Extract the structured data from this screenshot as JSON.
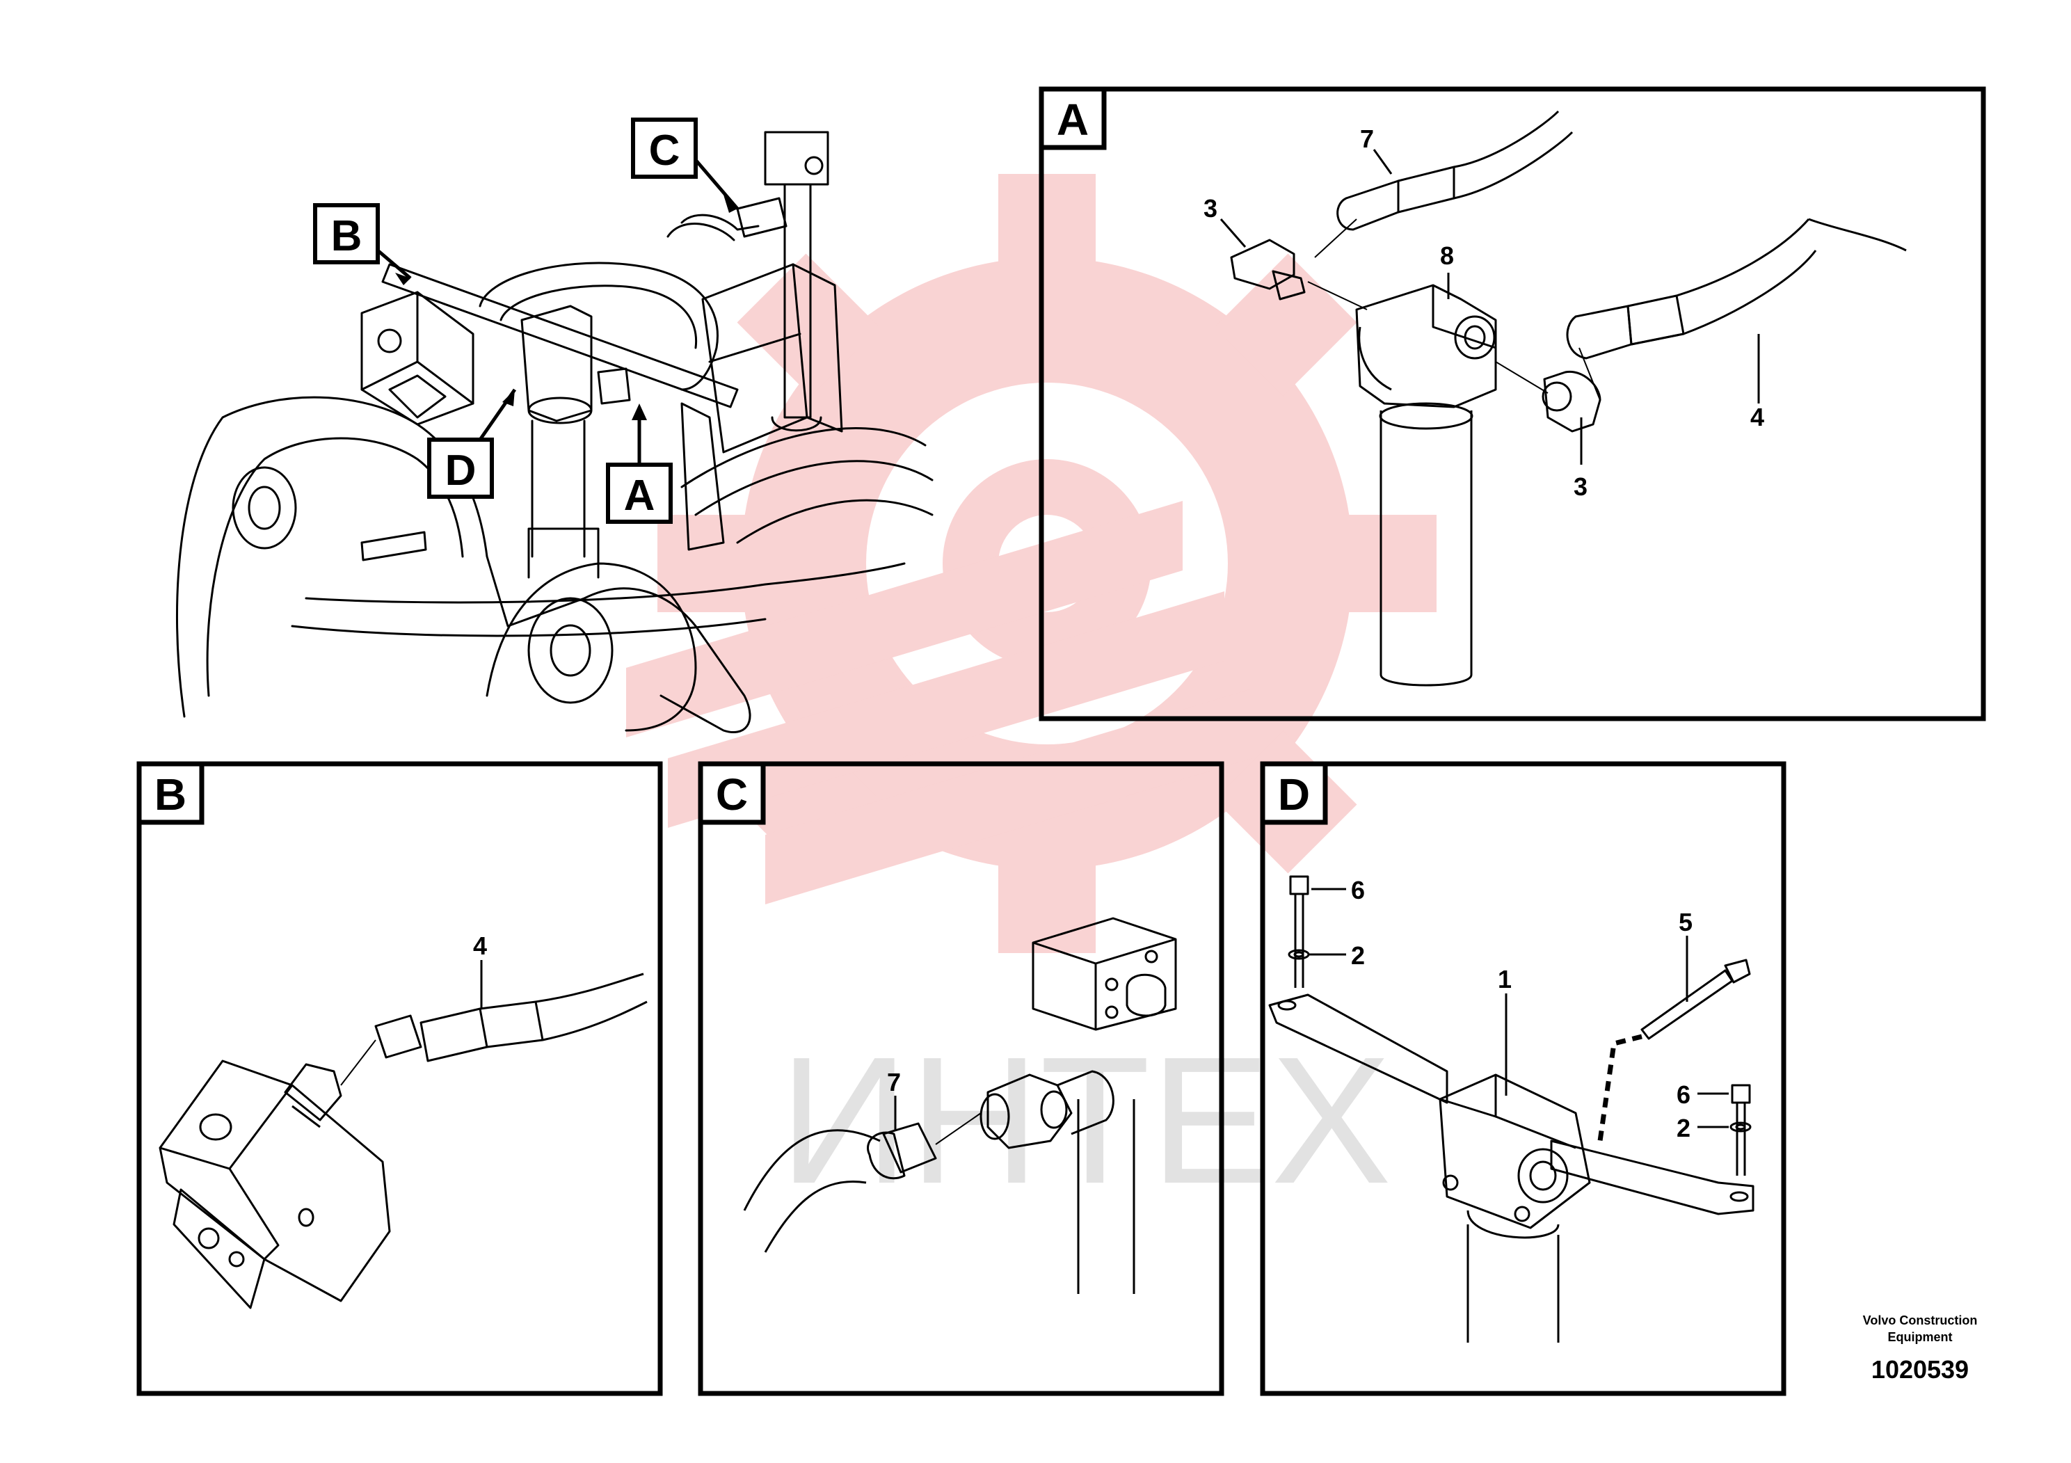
{
  "overview": {
    "callouts": [
      "C",
      "B",
      "D",
      "A"
    ]
  },
  "panels": {
    "A": {
      "letter": "A",
      "part_numbers": [
        "7",
        "3",
        "8",
        "4",
        "3"
      ]
    },
    "B": {
      "letter": "B",
      "part_numbers": [
        "4"
      ]
    },
    "C": {
      "letter": "C",
      "part_numbers": [
        "7"
      ]
    },
    "D": {
      "letter": "D",
      "part_numbers": [
        "6",
        "2",
        "5",
        "1",
        "6",
        "2"
      ]
    }
  },
  "watermark": {
    "text": "ИНТЕХ",
    "color": "#e83a3a"
  },
  "credit": {
    "line1": "Volvo Construction",
    "line2": "Equipment",
    "number": "1020539"
  },
  "colors": {
    "line": "#000000",
    "background": "#ffffff"
  }
}
